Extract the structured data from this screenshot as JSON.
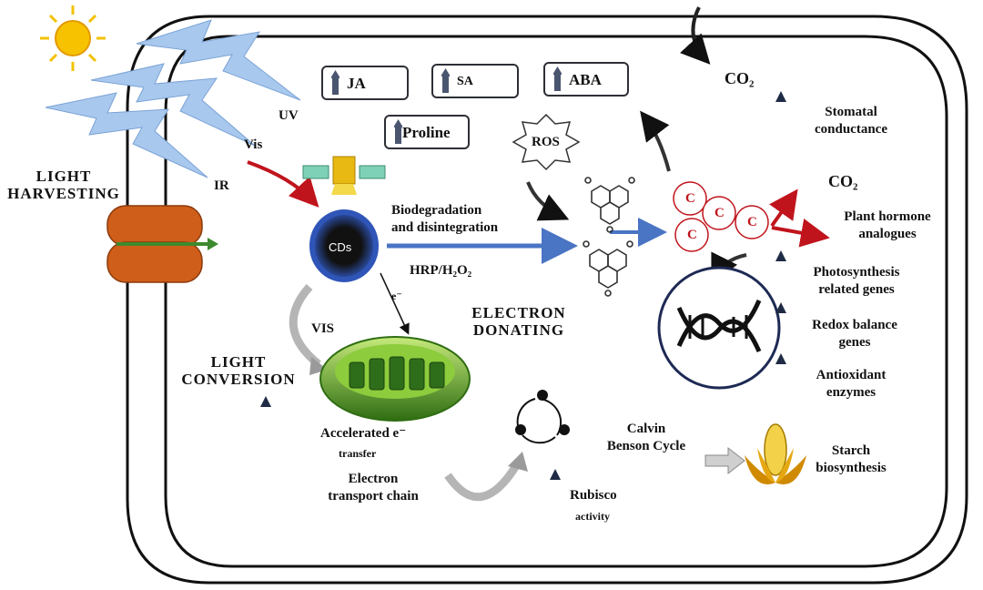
{
  "labels": {
    "light_harvesting": [
      "LIGHT",
      "HARVESTING"
    ],
    "uv": "UV",
    "vis_in": "Vis",
    "ir": "IR",
    "cds": "CDs",
    "biodegradation": [
      "Biodegradation",
      "and disintegration"
    ],
    "hrp": "HRP/H₂O₂",
    "e_minus": "e⁻",
    "vis": "VIS",
    "electron_donating": [
      "ELECTRON",
      "DONATING"
    ],
    "light_conversion": [
      "LIGHT",
      "CONVERSION"
    ],
    "accelerated": "Accelerated e⁻",
    "transfer": "transfer",
    "etc": [
      "Electron",
      "transport chain"
    ],
    "calvin": [
      "Calvin",
      "Benson Cycle"
    ],
    "rubisco": "Rubisco",
    "activity": "activity",
    "starch": [
      "Starch",
      "biosynthesis"
    ],
    "co2_top": "CO₂",
    "co2_mid": "CO₂",
    "stomatal": [
      "Stomatal",
      "conductance"
    ],
    "plant_hormone": [
      "Plant hormone",
      "analogues"
    ],
    "photosynthesis_genes": [
      "Photosynthesis",
      "related genes"
    ],
    "redox": [
      "Redox balance",
      "genes"
    ],
    "antioxidant": [
      "Antioxidant",
      "enzymes"
    ],
    "ros": "ROS",
    "c_letter": "C"
  },
  "hormones": [
    "JA",
    "SA",
    "ABA",
    "Proline"
  ],
  "colors": {
    "cell_wall": "#111111",
    "red_arrow": "#c0141c",
    "blue_arrow": "#4a74c4",
    "navy_arrow": "#2d3a55",
    "gray_arrow": "#9a9a9a",
    "cds_blue": "#2f55b8",
    "lightning": "#a9c8ee",
    "channel": "#cf5e1a",
    "chloroplast": "#5aa526",
    "corn": "#e2a714"
  }
}
